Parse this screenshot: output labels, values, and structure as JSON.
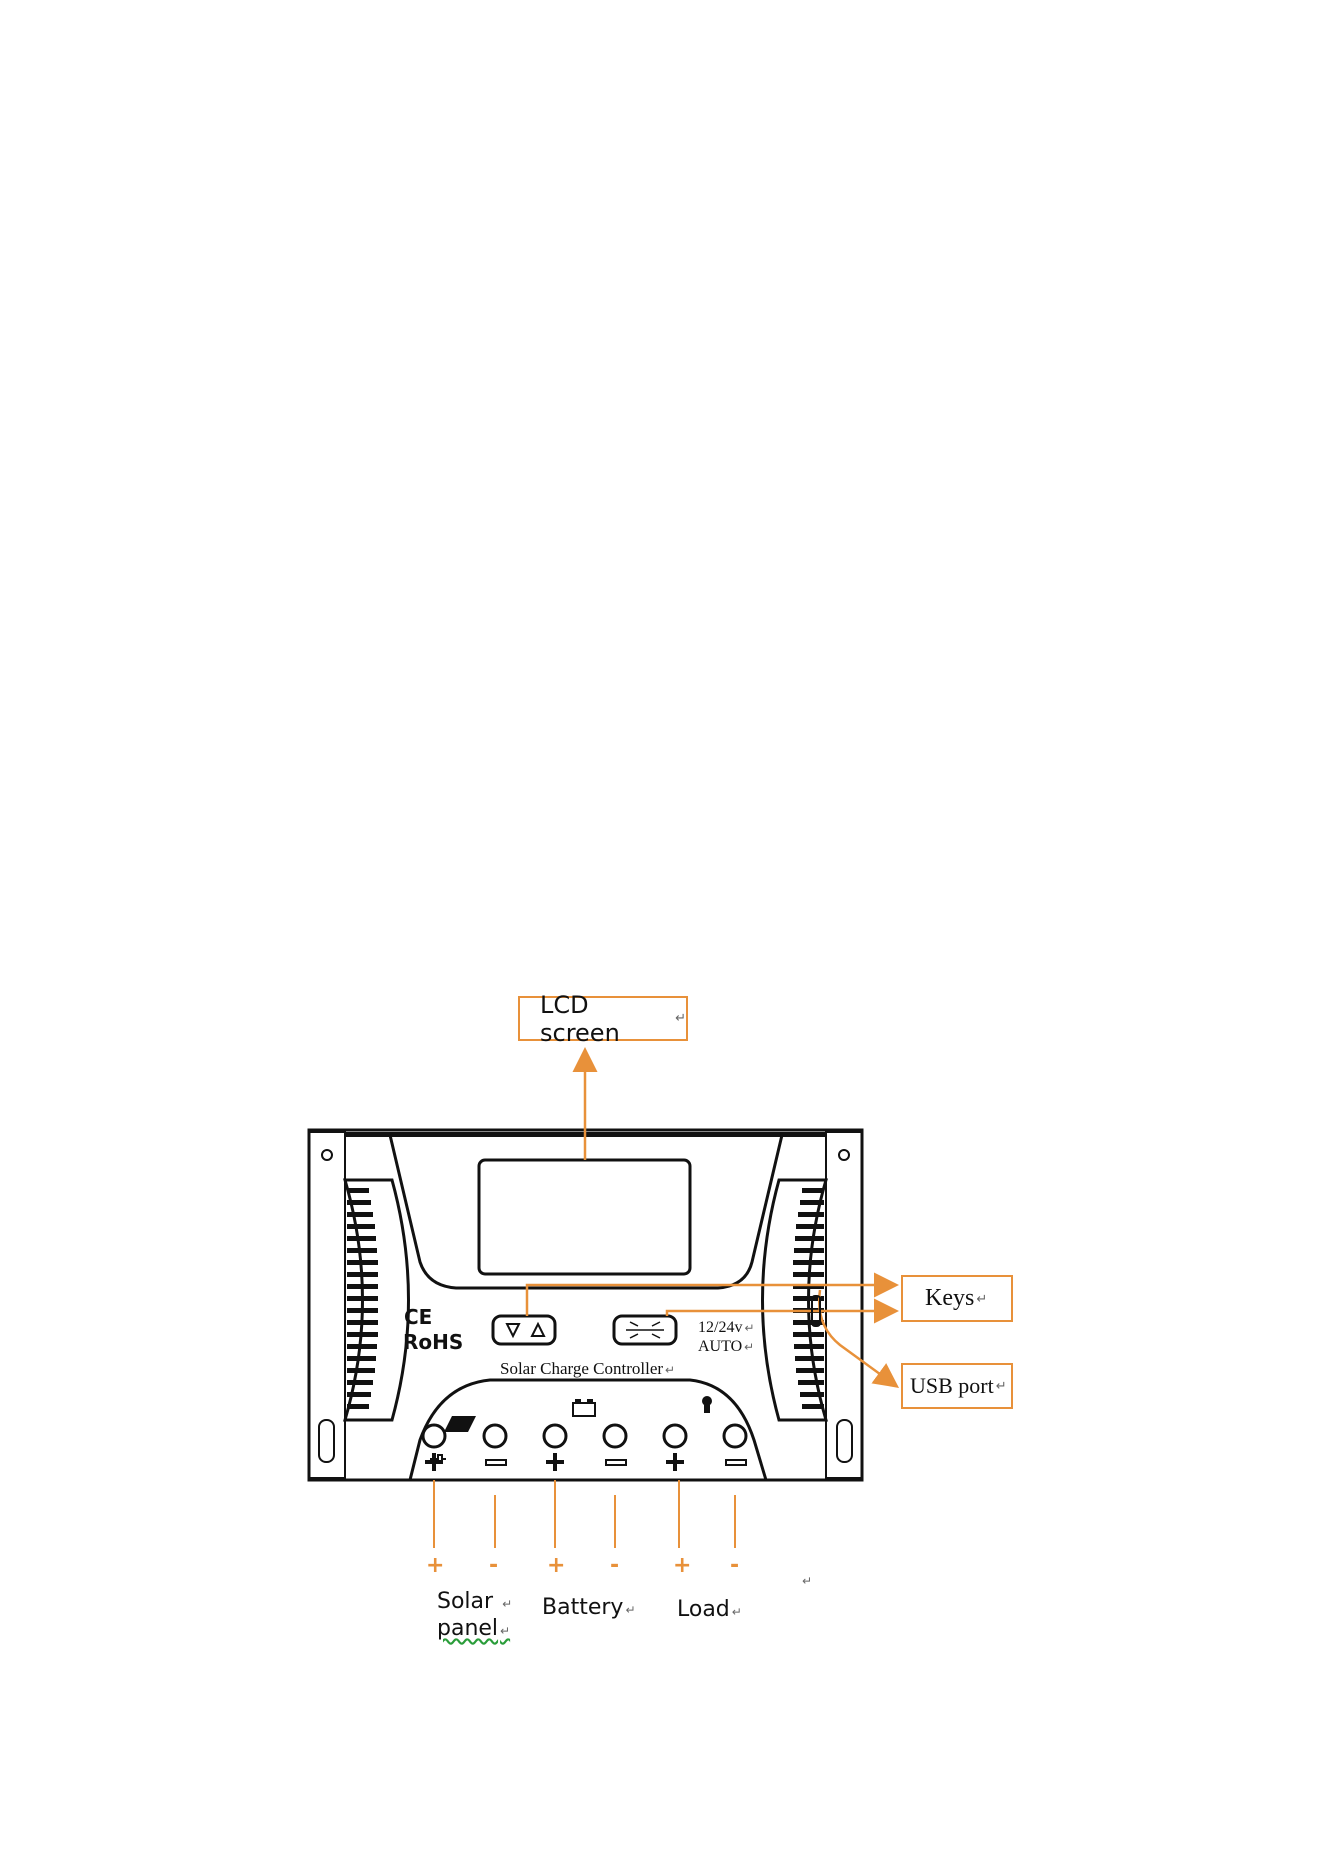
{
  "callouts": {
    "lcd_screen": "LCD screen",
    "keys": "Keys",
    "usb_port": "USB port"
  },
  "device": {
    "title": "Solar Charge Controller",
    "voltage": "12/24v",
    "mode": "AUTO",
    "ce_mark": "CE",
    "rohs_mark": "RoHS"
  },
  "terminals": {
    "signs": [
      "+",
      "-",
      "+",
      "-",
      "+",
      "-"
    ],
    "solar_panel_line1": "Solar",
    "solar_panel_line2": "panel",
    "battery": "Battery",
    "load": "Load"
  },
  "paragraph_mark": "↵",
  "colors": {
    "accent": "#E8913A",
    "outline": "#111111"
  }
}
